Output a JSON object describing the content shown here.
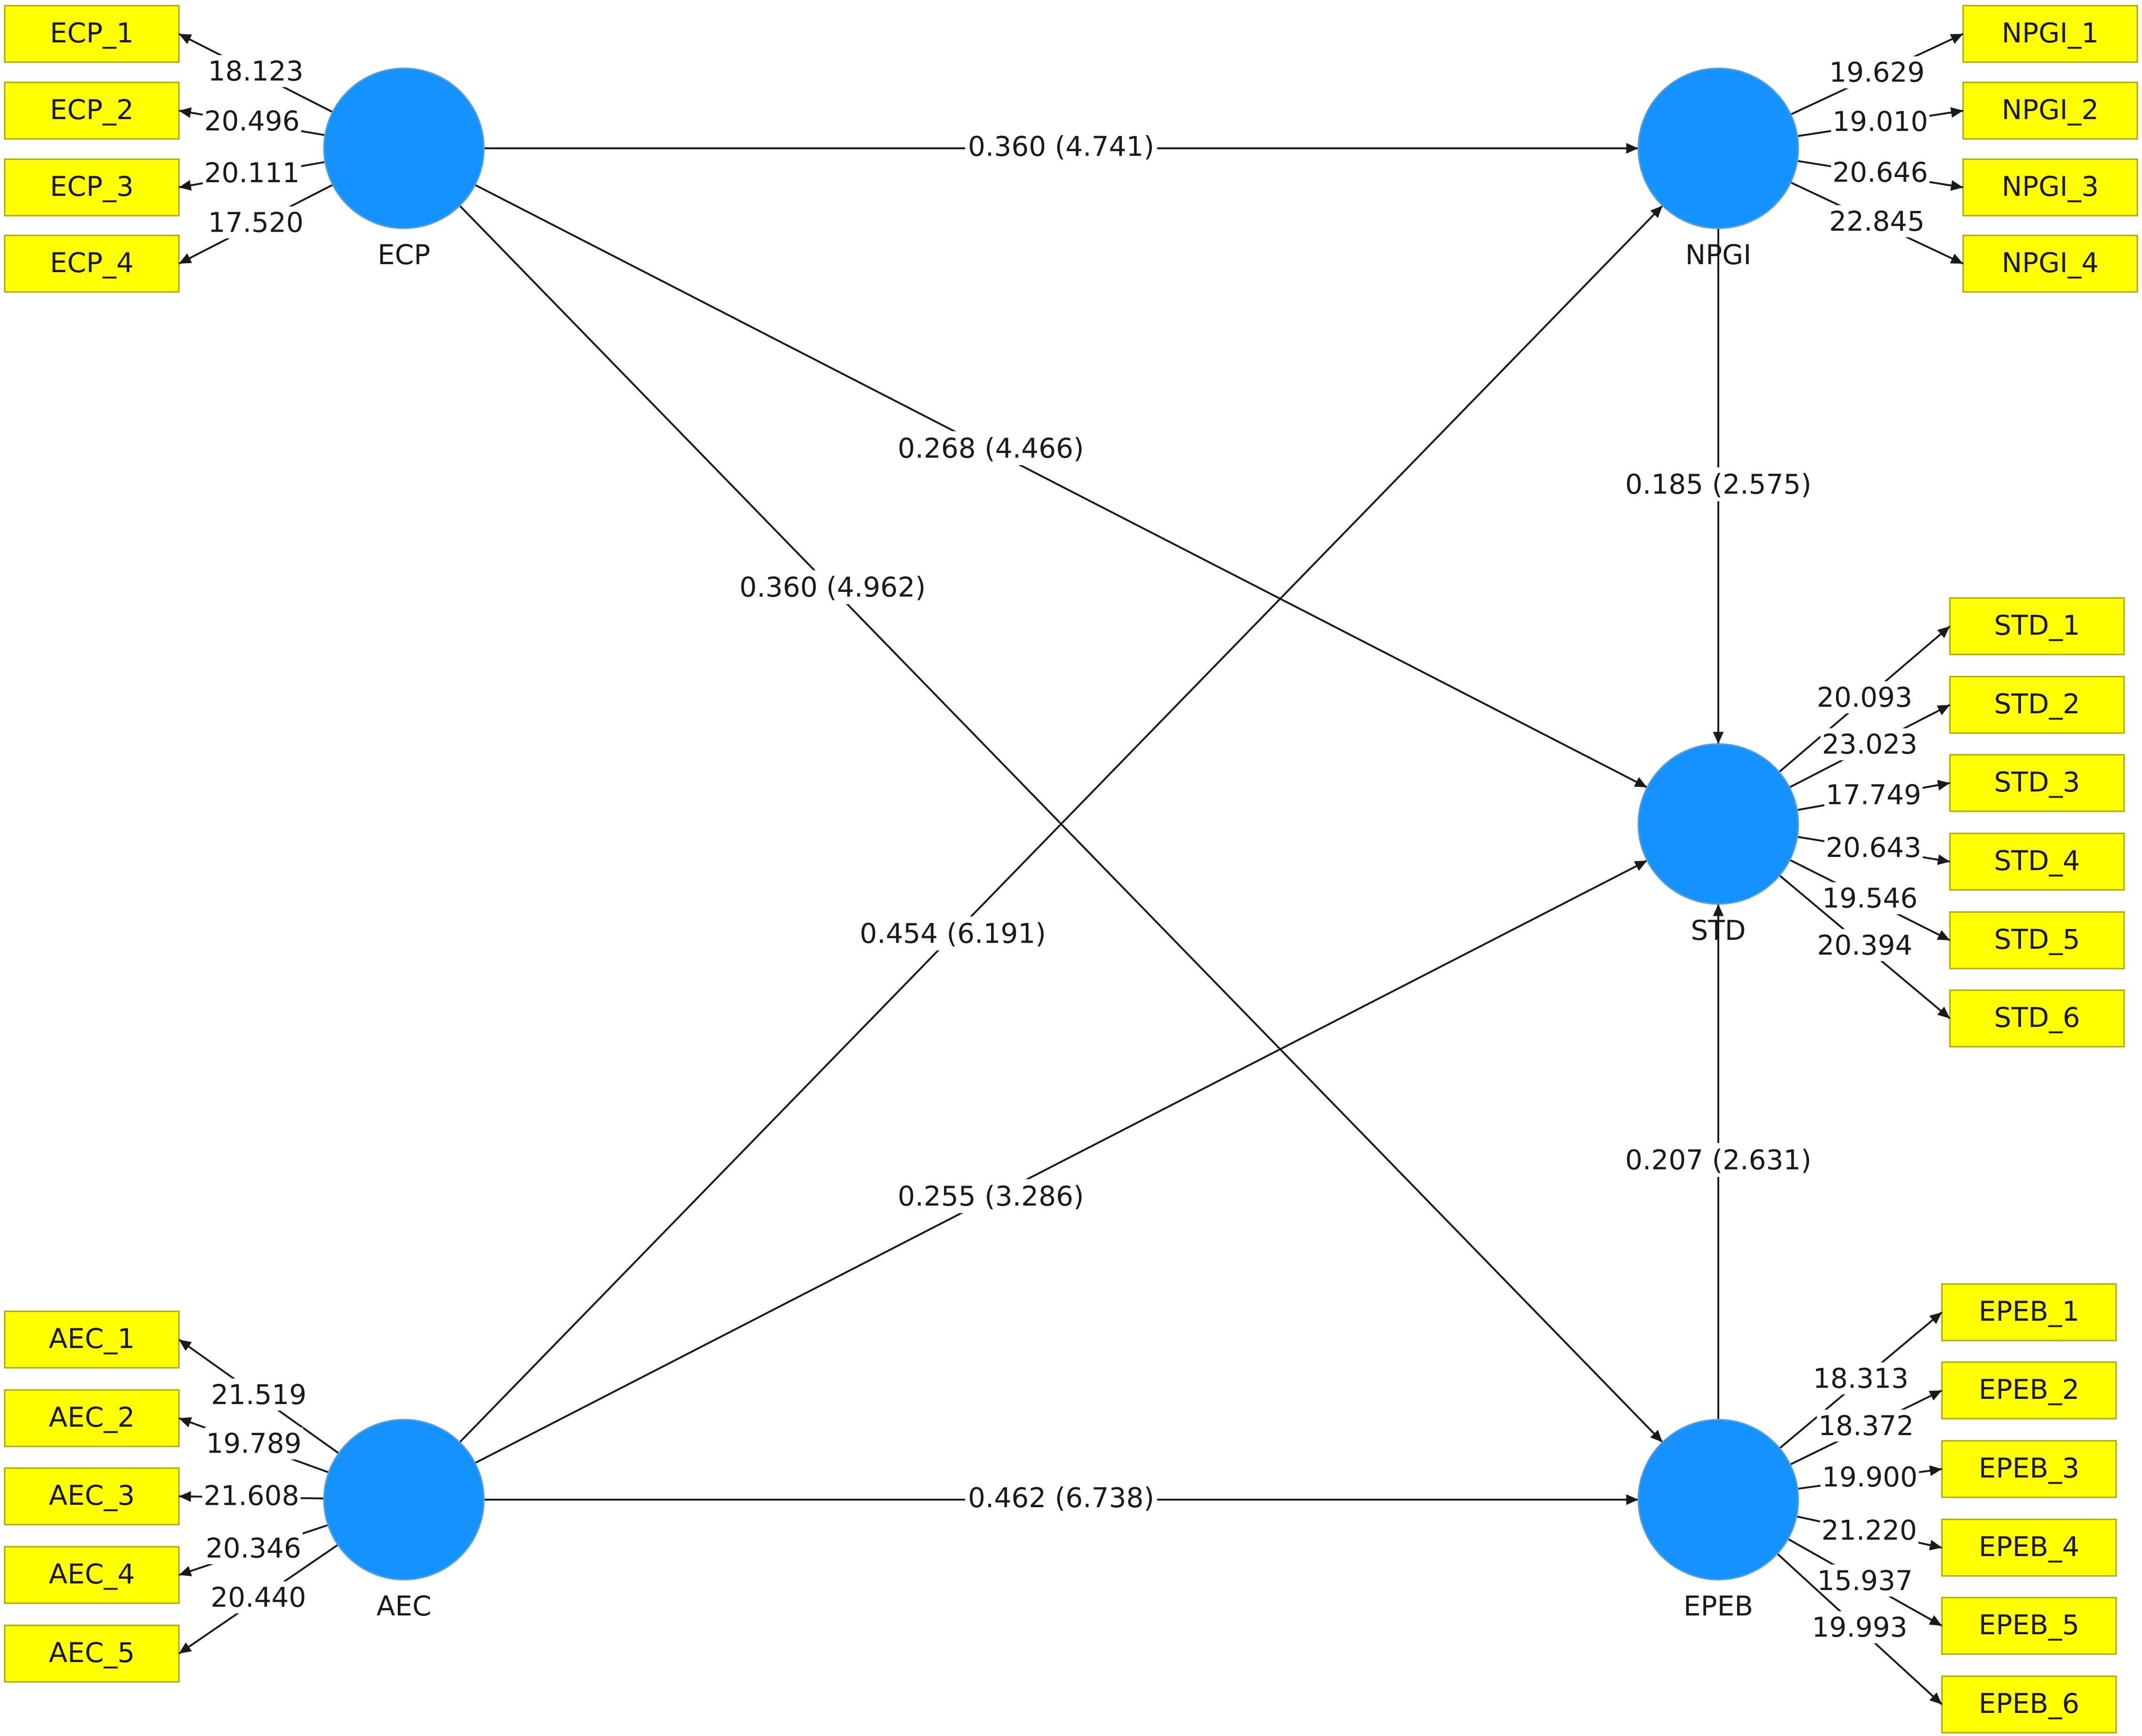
{
  "colors": {
    "latent": "#1493ff",
    "indicator": "#ffff00",
    "line": "#1a1a1a"
  },
  "latents": [
    {
      "id": "ECP",
      "label": "ECP"
    },
    {
      "id": "NPGI",
      "label": "NPGI"
    },
    {
      "id": "STD",
      "label": "STD"
    },
    {
      "id": "AEC",
      "label": "AEC"
    },
    {
      "id": "EPEB",
      "label": "EPEB"
    }
  ],
  "indicators": {
    "ECP": [
      "ECP_1",
      "ECP_2",
      "ECP_3",
      "ECP_4"
    ],
    "NPGI": [
      "NPGI_1",
      "NPGI_2",
      "NPGI_3",
      "NPGI_4"
    ],
    "STD": [
      "STD_1",
      "STD_2",
      "STD_3",
      "STD_4",
      "STD_5",
      "STD_6"
    ],
    "AEC": [
      "AEC_1",
      "AEC_2",
      "AEC_3",
      "AEC_4",
      "AEC_5"
    ],
    "EPEB": [
      "EPEB_1",
      "EPEB_2",
      "EPEB_3",
      "EPEB_4",
      "EPEB_5",
      "EPEB_6"
    ]
  },
  "loadings": {
    "ECP": [
      "18.123",
      "20.496",
      "20.111",
      "17.520"
    ],
    "NPGI": [
      "19.629",
      "19.010",
      "20.646",
      "22.845"
    ],
    "STD": [
      "20.093",
      "23.023",
      "17.749",
      "20.643",
      "19.546",
      "20.394"
    ],
    "AEC": [
      "21.519",
      "19.789",
      "21.608",
      "20.346",
      "20.440"
    ],
    "EPEB": [
      "18.313",
      "18.372",
      "19.900",
      "21.220",
      "15.937",
      "19.993"
    ]
  },
  "paths": [
    {
      "from": "ECP",
      "to": "NPGI",
      "label": "0.360 (4.741)"
    },
    {
      "from": "ECP",
      "to": "STD",
      "label": "0.268 (4.466)"
    },
    {
      "from": "ECP",
      "to": "EPEB",
      "label": "0.360 (4.962)"
    },
    {
      "from": "AEC",
      "to": "NPGI",
      "label": "0.454 (6.191)"
    },
    {
      "from": "AEC",
      "to": "STD",
      "label": "0.255 (3.286)"
    },
    {
      "from": "AEC",
      "to": "EPEB",
      "label": "0.462 (6.738)"
    },
    {
      "from": "NPGI",
      "to": "STD",
      "label": "0.185 (2.575)"
    },
    {
      "from": "EPEB",
      "to": "STD",
      "label": "0.207 (2.631)"
    }
  ]
}
